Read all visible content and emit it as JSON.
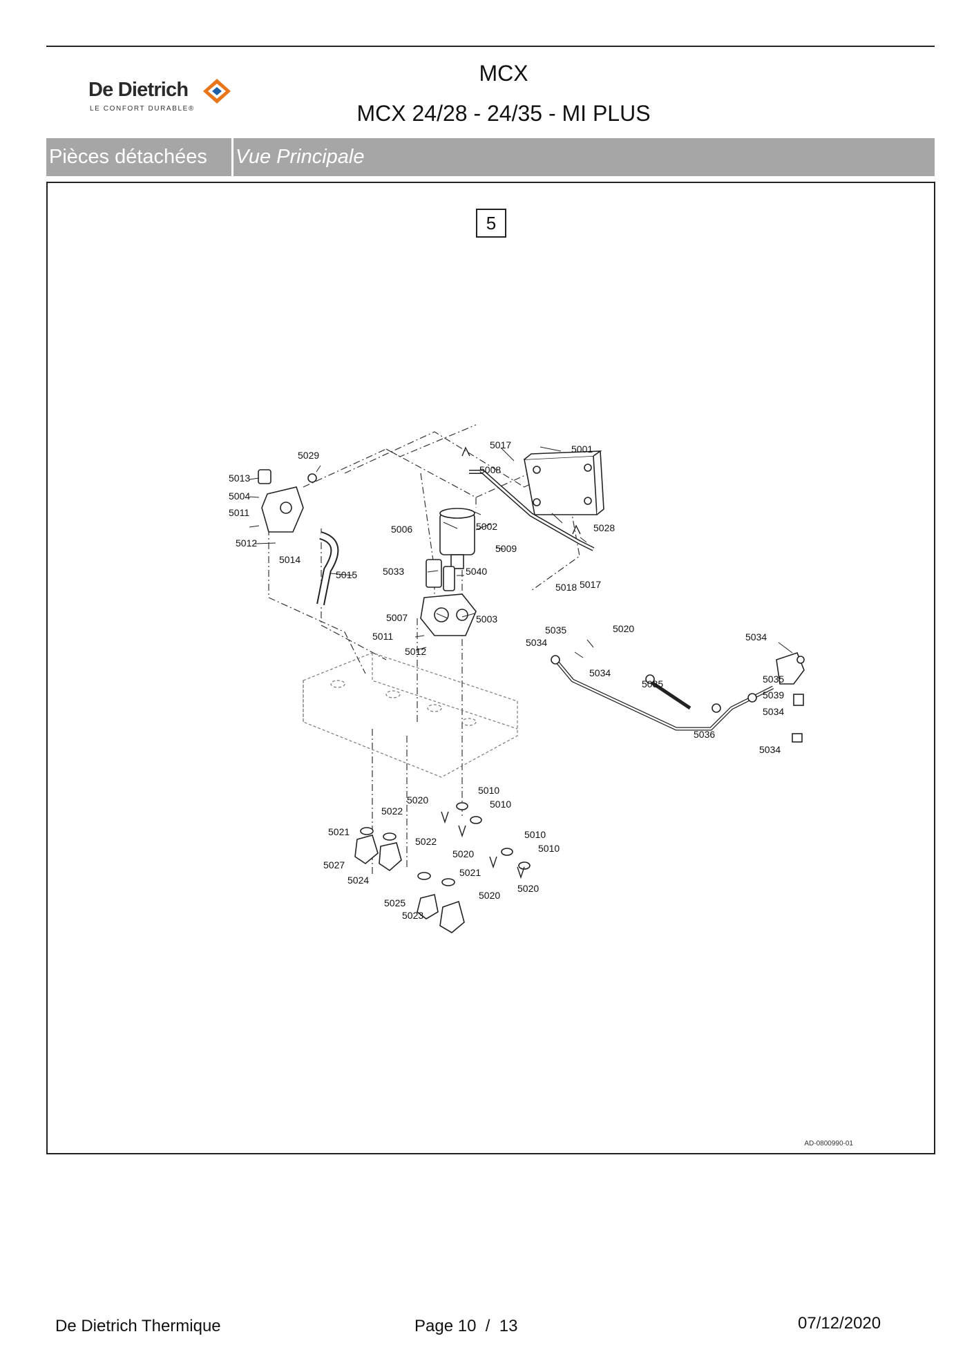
{
  "header": {
    "brand_name": "De Dietrich",
    "brand_tagline": "LE CONFORT DURABLE®",
    "title": "MCX",
    "subtitle": "MCX 24/28 - 24/35 - MI PLUS"
  },
  "band": {
    "section": "Pièces détachées",
    "view": "Vue Principale"
  },
  "diagram": {
    "view_number": "5",
    "reference": "AD-0800990-01",
    "part_labels": [
      "5001",
      "5002",
      "5003",
      "5004",
      "5006",
      "5007",
      "5008",
      "5009",
      "5010",
      "5010",
      "5010",
      "5010",
      "5011",
      "5011",
      "5012",
      "5012",
      "5013",
      "5014",
      "5015",
      "5017",
      "5017",
      "5018",
      "5020",
      "5020",
      "5020",
      "5020",
      "5020",
      "5021",
      "5021",
      "5022",
      "5022",
      "5023",
      "5024",
      "5025",
      "5027",
      "5028",
      "5029",
      "5033",
      "5034",
      "5034",
      "5034",
      "5034",
      "5034",
      "5035",
      "5035",
      "5035",
      "5036",
      "5039",
      "5040"
    ]
  },
  "footer": {
    "company": "De Dietrich Thermique",
    "page_label": "Page",
    "page_current": "10",
    "page_sep": "/",
    "page_total": "13",
    "date": "07/12/2020"
  },
  "colors": {
    "band": "#a6a6a6",
    "brand_orange": "#e8751a",
    "brand_blue": "#1f5fa8"
  }
}
